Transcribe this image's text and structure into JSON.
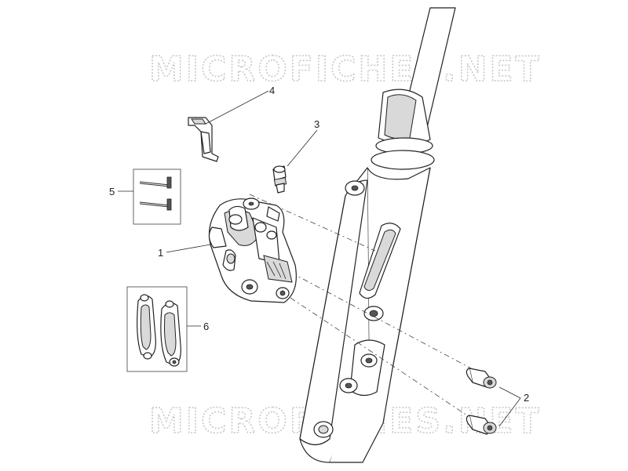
{
  "watermark": {
    "top": "MICROFICHES.NET",
    "bottom": "MICROFICHES.NET"
  },
  "callouts": [
    {
      "id": "1",
      "label": "1"
    },
    {
      "id": "2",
      "label": "2"
    },
    {
      "id": "3",
      "label": "3"
    },
    {
      "id": "4",
      "label": "4"
    },
    {
      "id": "5",
      "label": "5"
    },
    {
      "id": "6",
      "label": "6"
    }
  ],
  "colors": {
    "linework": "#222222",
    "watermark_outline": "#c8c8c8",
    "background": "#ffffff"
  }
}
